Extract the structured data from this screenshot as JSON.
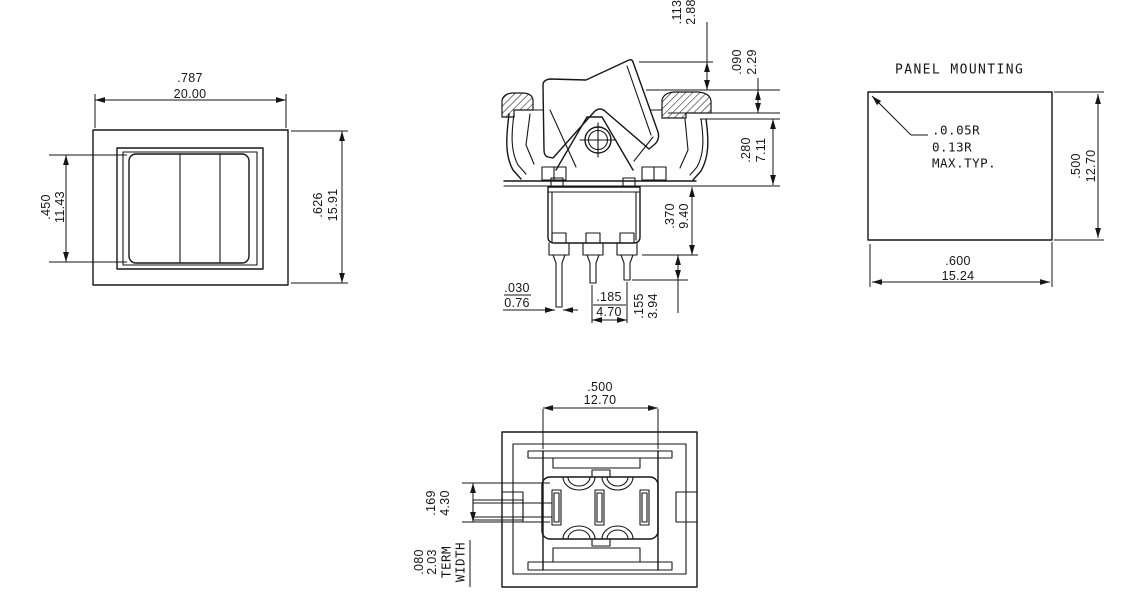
{
  "front_view": {
    "width_in": ".787",
    "width_mm": "20.00",
    "height_in": ".626",
    "height_mm": "15.91",
    "rocker_height_in": ".450",
    "rocker_height_mm": "11.43"
  },
  "side_view": {
    "actuator_height_in": ".113",
    "actuator_height_mm": "2.88",
    "bezel_height_in": ".090",
    "bezel_height_mm": "2.29",
    "snap_depth_in": ".280",
    "snap_depth_mm": "7.11",
    "body_depth_in": ".370",
    "body_depth_mm": "9.40",
    "pin_thickness_in": ".030",
    "pin_thickness_mm": "0.76",
    "pin_spacing_in": ".185",
    "pin_spacing_mm": "4.70",
    "pin_length_in": ".155",
    "pin_length_mm": "3.94"
  },
  "panel_mounting": {
    "title": "PANEL MOUNTING",
    "note_line1": ".0.05R",
    "note_line2": "0.13R",
    "note_line3": "MAX.TYP.",
    "cutout_height_in": ".500",
    "cutout_height_mm": "12.70",
    "cutout_width_in": ".600",
    "cutout_width_mm": "15.24"
  },
  "bottom_view": {
    "body_width_in": ".500",
    "body_width_mm": "12.70",
    "slot_height_in": ".169",
    "slot_height_mm": "4.30",
    "term_width_in": ".080",
    "term_width_mm": "2.03",
    "term_label_line1": "TERM",
    "term_label_line2": "WIDTH"
  }
}
